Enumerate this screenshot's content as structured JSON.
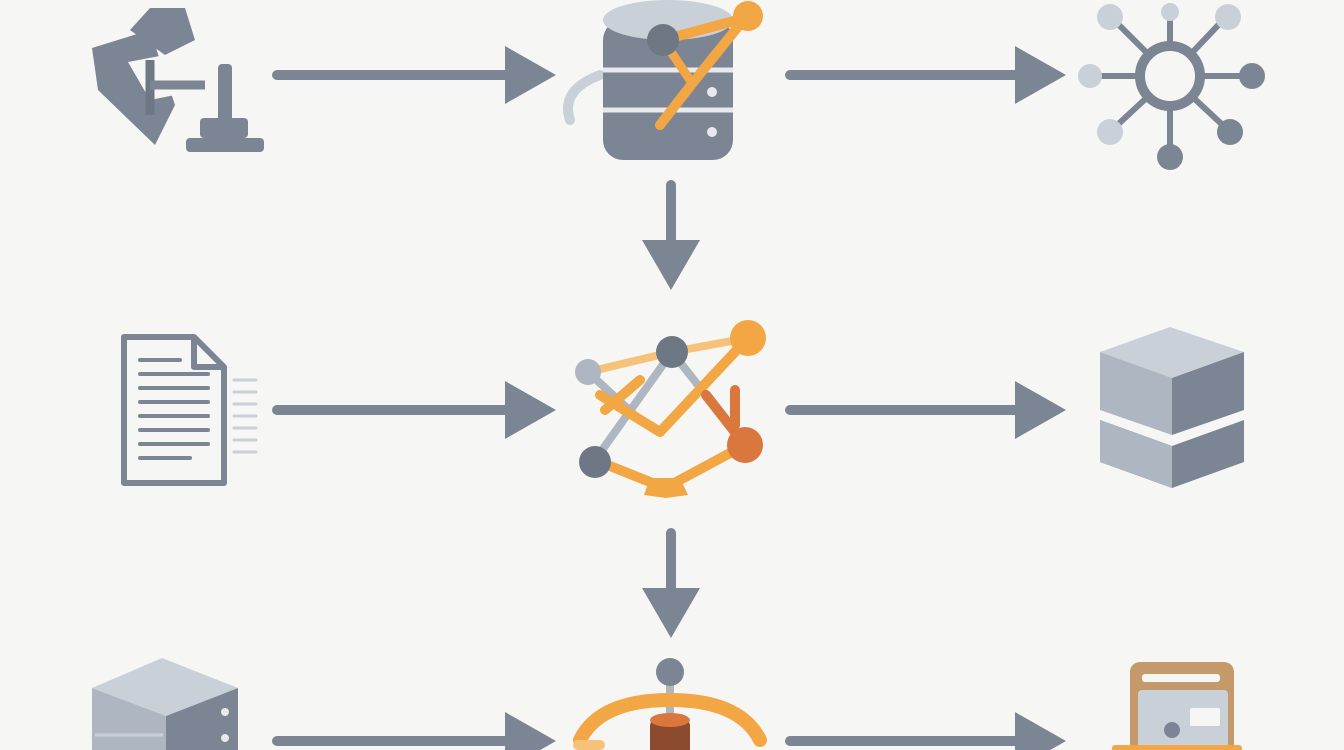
{
  "diagram": {
    "type": "pipeline-flow",
    "labels_visible": false
  },
  "colors": {
    "background": "#f6f6f4",
    "slate": "#7b8593",
    "slate_dark": "#6e7885",
    "slate_light": "#aeb6c1",
    "slate_pale": "#c9d0d8",
    "orange": "#f3a644",
    "orange_light": "#f6c27a",
    "rust": "#d9773c",
    "brown": "#8c4a2f"
  },
  "nodes": [
    {
      "id": "telescope",
      "icon": "telescope-icon",
      "row": 1,
      "col": 1
    },
    {
      "id": "database",
      "icon": "database-graph-icon",
      "row": 1,
      "col": 2
    },
    {
      "id": "network-hub",
      "icon": "network-hub-icon",
      "row": 1,
      "col": 3
    },
    {
      "id": "document",
      "icon": "document-icon",
      "row": 2,
      "col": 1
    },
    {
      "id": "knowledge-graph",
      "icon": "knowledge-graph-icon",
      "row": 2,
      "col": 2
    },
    {
      "id": "stacked-cubes",
      "icon": "stacked-cubes-icon",
      "row": 2,
      "col": 3
    },
    {
      "id": "server",
      "icon": "server-icon",
      "row": 3,
      "col": 1
    },
    {
      "id": "orbit-core",
      "icon": "orbit-core-icon",
      "row": 3,
      "col": 2
    },
    {
      "id": "dashboard-card",
      "icon": "dashboard-card-icon",
      "row": 3,
      "col": 3
    }
  ],
  "edges": [
    {
      "from": "telescope",
      "to": "database"
    },
    {
      "from": "database",
      "to": "network-hub"
    },
    {
      "from": "database",
      "to": "knowledge-graph"
    },
    {
      "from": "document",
      "to": "knowledge-graph"
    },
    {
      "from": "knowledge-graph",
      "to": "stacked-cubes"
    },
    {
      "from": "knowledge-graph",
      "to": "orbit-core"
    },
    {
      "from": "server",
      "to": "orbit-core"
    },
    {
      "from": "orbit-core",
      "to": "dashboard-card"
    }
  ]
}
